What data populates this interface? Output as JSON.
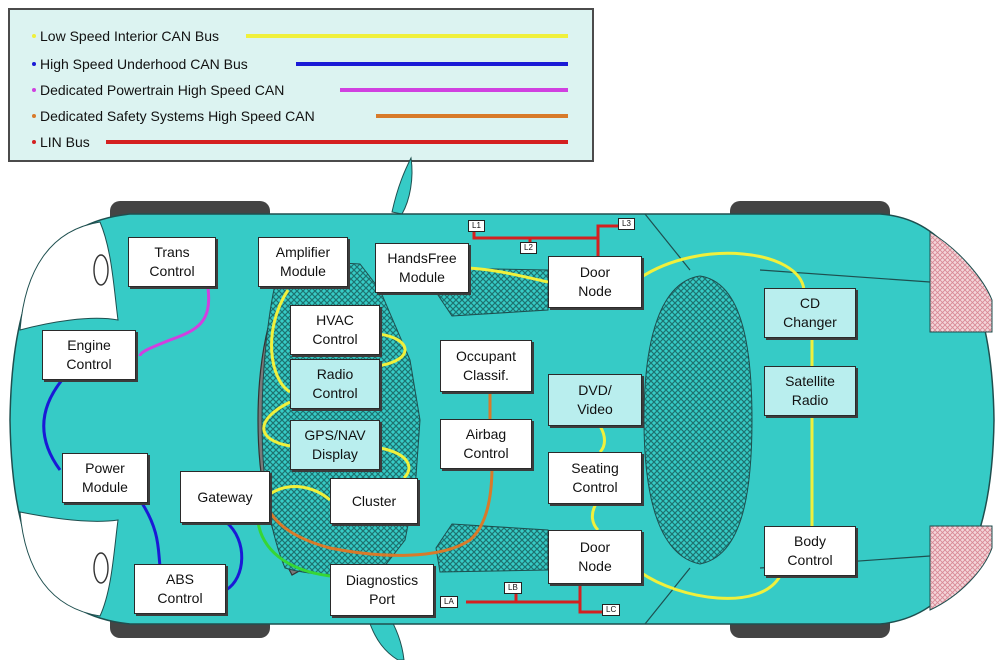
{
  "legend": {
    "items": [
      {
        "label": "Low Speed Interior CAN Bus",
        "color": "#f0f03c"
      },
      {
        "label": "High Speed Underhood CAN Bus",
        "color": "#1a1ad6"
      },
      {
        "label": "Dedicated Powertrain High Speed CAN",
        "color": "#d040e0"
      },
      {
        "label": "Dedicated Safety Systems High Speed CAN",
        "color": "#d87a2a"
      },
      {
        "label": "LIN Bus",
        "color": "#d42020"
      }
    ]
  },
  "modules": {
    "trans_control": "Trans\nControl",
    "engine_control": "Engine\nControl",
    "power_module": "Power\nModule",
    "abs_control": "ABS\nControl",
    "gateway": "Gateway",
    "amplifier_module": "Amplifier\nModule",
    "handsfree_module": "HandsFree\nModule",
    "hvac_control": "HVAC\nControl",
    "radio_control": "Radio\nControl",
    "gps_nav_display": "GPS/NAV\nDisplay",
    "cluster": "Cluster",
    "diagnostics_port": "Diagnostics\nPort",
    "occupant_classif": "Occupant\nClassif.",
    "airbag_control": "Airbag\nControl",
    "door_node_front": "Door\nNode",
    "door_node_rear": "Door\nNode",
    "dvd_video": "DVD/\nVideo",
    "seating_control": "Seating\nControl",
    "cd_changer": "CD\nChanger",
    "satellite_radio": "Satellite\nRadio",
    "body_control": "Body\nControl"
  },
  "lin_tags": {
    "l1": "L1",
    "l2": "L2",
    "l3": "L3",
    "la": "LA",
    "lb": "LB",
    "lc": "LC"
  },
  "colors": {
    "car_body": "#36cbc6",
    "car_outline": "#1e4f4f",
    "tire": "#444444",
    "seat_mesh": "#2a8a86",
    "tail_light": "#e8a8b0",
    "low_speed_can": "#f0f03c",
    "high_speed_can": "#1a1ad6",
    "powertrain_can": "#d040e0",
    "safety_can": "#d87a2a",
    "lin": "#d42020",
    "diag_link": "#36d636"
  }
}
